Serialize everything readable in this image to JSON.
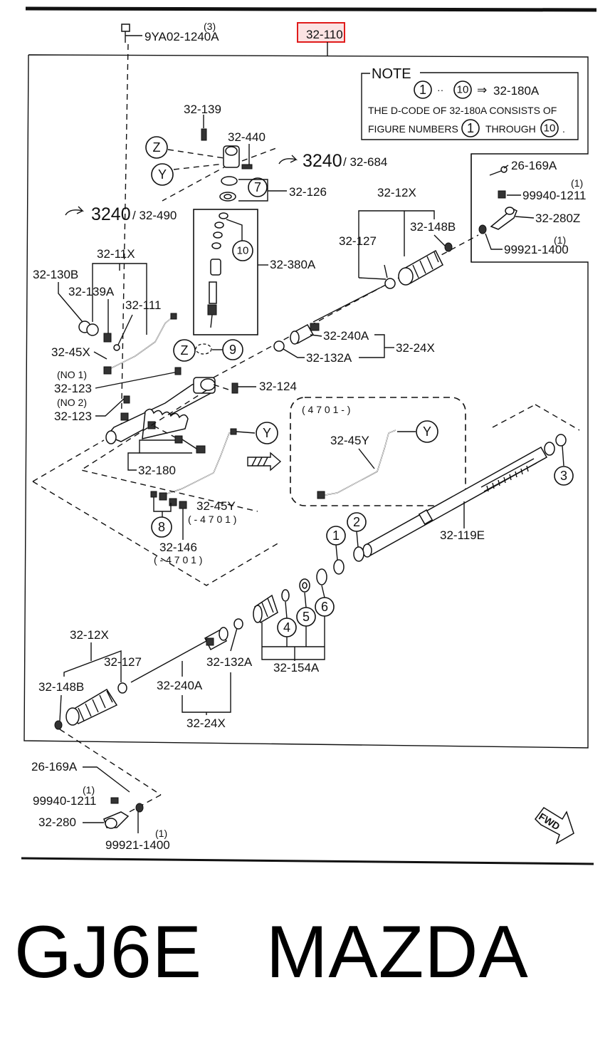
{
  "title": "GJ6E   MAZDA",
  "highlighted_part": "32-110",
  "note": {
    "heading": "NOTE",
    "range_start": "1",
    "range_sep": "··",
    "range_end": "10",
    "arrow": "⇒",
    "target": "32-180A",
    "line2": "THE D-CODE OF 32-180A  CONSISTS OF",
    "line3a": "FIGURE NUMBERS",
    "line3_start": "1",
    "line3b": "THROUGH",
    "line3_end": "10",
    "line3c": "."
  },
  "refs": {
    "ref_top_right_big": "3240",
    "ref_top_right_small": "/ 32-684",
    "ref_left_big": "3240",
    "ref_left_small": "/ 32-490"
  },
  "labels": {
    "p_9ya02": "9YA02-1240A",
    "p_9ya02_qty": "(3)",
    "p_32_139": "32-139",
    "p_32_440": "32-440",
    "p_32_126": "32-126",
    "p_32_380a": "32-380A",
    "p_32_11x": "32-11X",
    "p_32_130b": "32-130B",
    "p_32_139a": "32-139A",
    "p_32_111": "32-111",
    "p_32_45x": "32-45X",
    "p_no1": "(NO 1)",
    "p_32_123_a": "32-123",
    "p_no2": "(NO 2)",
    "p_32_123_b": "32-123",
    "p_32_124": "32-124",
    "p_32_180": "32-180",
    "p_32_45y": "32-45Y",
    "p_32_45y_code": "( - 4 7 0 1 )",
    "p_32_146": "32-146",
    "p_32_146_code": "( - 4 7 0 1 )",
    "p_4701_box": "( 4 7 0 1 - )",
    "p_32_45y_box": "32-45Y",
    "p_26_169a_r": "26-169A",
    "p_99940_r": "99940-1211",
    "p_99940_r_qty": "(1)",
    "p_32_280z": "32-280Z",
    "p_99921_r": "99921-1400",
    "p_99921_r_qty": "(1)",
    "p_32_12x_r": "32-12X",
    "p_32_127_r": "32-127",
    "p_32_148b_r": "32-148B",
    "p_32_240a_r": "32-240A",
    "p_32_132a_r": "32-132A",
    "p_32_24x_r": "32-24X",
    "p_32_119e": "32-119E",
    "p_32_12x_l": "32-12X",
    "p_32_127_l": "32-127",
    "p_32_148b_l": "32-148B",
    "p_32_240a_l": "32-240A",
    "p_32_132a_l": "32-132A",
    "p_32_24x_l": "32-24X",
    "p_32_154a": "32-154A",
    "p_26_169a_l": "26-169A",
    "p_99940_l": "99940-1211",
    "p_99940_l_qty": "(1)",
    "p_32_280": "32-280",
    "p_99921_l": "99921-1400",
    "p_99921_l_qty": "(1)",
    "fwd": "FWD"
  },
  "circles": {
    "c1": "1",
    "c2": "2",
    "c3": "3",
    "c4": "4",
    "c5": "5",
    "c6": "6",
    "c7": "7",
    "c8": "8",
    "c9": "9",
    "c10": "10",
    "z1": "Z",
    "z2": "Z",
    "y1": "Y",
    "y2": "Y",
    "y3": "Y"
  }
}
